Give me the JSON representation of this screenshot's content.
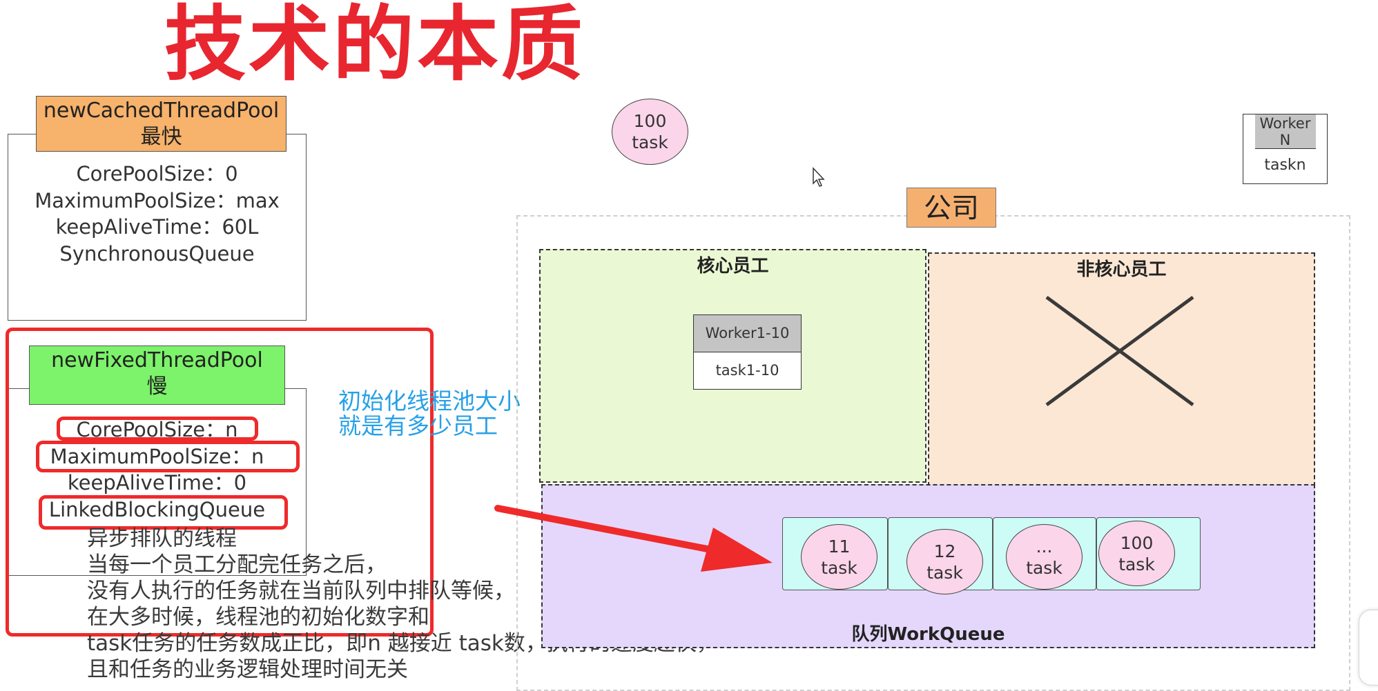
{
  "title": "技术的本质",
  "cached_pool": {
    "name": "newCachedThreadPool",
    "speed": "最快",
    "head_color": "#f7b26b",
    "params": [
      "CorePoolSize：0",
      "MaximumPoolSize：max",
      "keepAliveTime：60L",
      "SynchronousQueue"
    ]
  },
  "fixed_pool": {
    "name": "newFixedThreadPool",
    "speed": "慢",
    "head_color": "#7df26b",
    "params": [
      "CorePoolSize：n",
      "MaximumPoolSize：n",
      "keepAliveTime：0",
      "LinkedBlockingQueue"
    ]
  },
  "annotation_blue": [
    "初始化线程池大小",
    "就是有多少员工"
  ],
  "notes": [
    "异步排队的线程",
    "当每一个员工分配完任务之后，",
    "没有人执行的任务就在当前队列中排队等候，",
    "在大多时候，线程池的初始化数字和",
    "task任务的任务数成正比，即n 越接近 task数，执行的速度越快，",
    "且和任务的业务逻辑处理时间无关"
  ],
  "diagram": {
    "incoming_task": {
      "count": "100",
      "label": "task"
    },
    "worker_n": {
      "head": "Worker N",
      "task": "taskn"
    },
    "company_label": "公司",
    "core_title": "核心员工",
    "core_worker": {
      "head": "Worker1-10",
      "task": "task1-10"
    },
    "noncore_title": "非核心员工",
    "queue_title": "队列WorkQueue",
    "queue_tasks": [
      {
        "num": "11",
        "label": "task"
      },
      {
        "num": "12",
        "label": "task"
      },
      {
        "num": "...",
        "label": "task"
      },
      {
        "num": "100",
        "label": "task"
      }
    ]
  },
  "colors": {
    "title_red": "#e8262f",
    "highlight_red": "#ef2a2a",
    "blue_note": "#27a0e6",
    "core_bg": "#eaf9d4",
    "noncore_bg": "#fbe7d4",
    "queue_bg": "#e4d7fb",
    "task_pink": "#fbd5ea",
    "slot_cyan": "#cdfcf7",
    "company_orange": "#f5b070"
  }
}
